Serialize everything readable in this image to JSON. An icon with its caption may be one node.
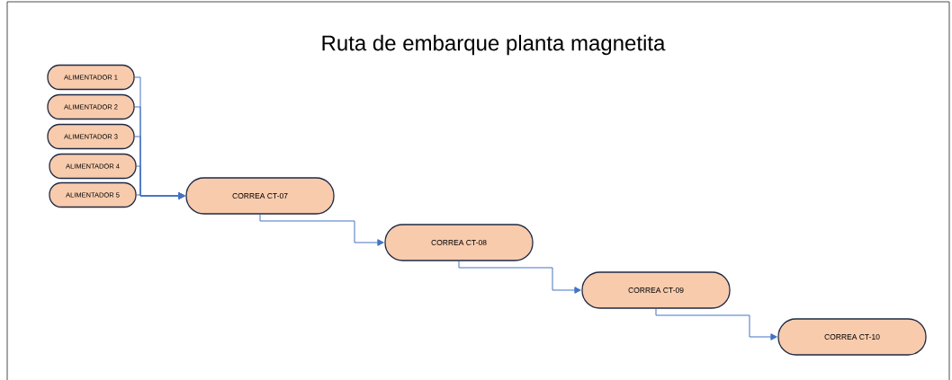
{
  "diagram": {
    "title": "Ruta de embarque planta magnetita",
    "nodes": [
      {
        "text": [
          "ALIMENTADOR 1"
        ]
      },
      {
        "text": [
          "ALIMENTADOR 2"
        ]
      },
      {
        "text": [
          "ALIMENTADOR 3"
        ]
      },
      {
        "text": [
          "ALIMENTADOR 4"
        ]
      },
      {
        "text": [
          "ALIMENTADOR 5"
        ]
      },
      {
        "text": [
          "CORREA CT-07"
        ]
      },
      {
        "text": [
          "CORREA CT-08"
        ]
      },
      {
        "text": [
          "CORREA CT-09"
        ]
      },
      {
        "text": [
          "CORREA CT-10"
        ]
      }
    ],
    "edges": [
      {
        "from": 0,
        "to": 5,
        "arrow": "to"
      },
      {
        "from": 1,
        "to": 5,
        "arrow": "to"
      },
      {
        "from": 2,
        "to": 5,
        "arrow": "to"
      },
      {
        "from": 3,
        "to": 5,
        "arrow": "to"
      },
      {
        "from": 4,
        "to": 5,
        "arrow": "to"
      },
      {
        "from": 5,
        "to": 6,
        "arrow": "to"
      },
      {
        "from": 6,
        "to": 7,
        "arrow": "to"
      },
      {
        "from": 7,
        "to": 8,
        "arrow": "to"
      }
    ]
  }
}
